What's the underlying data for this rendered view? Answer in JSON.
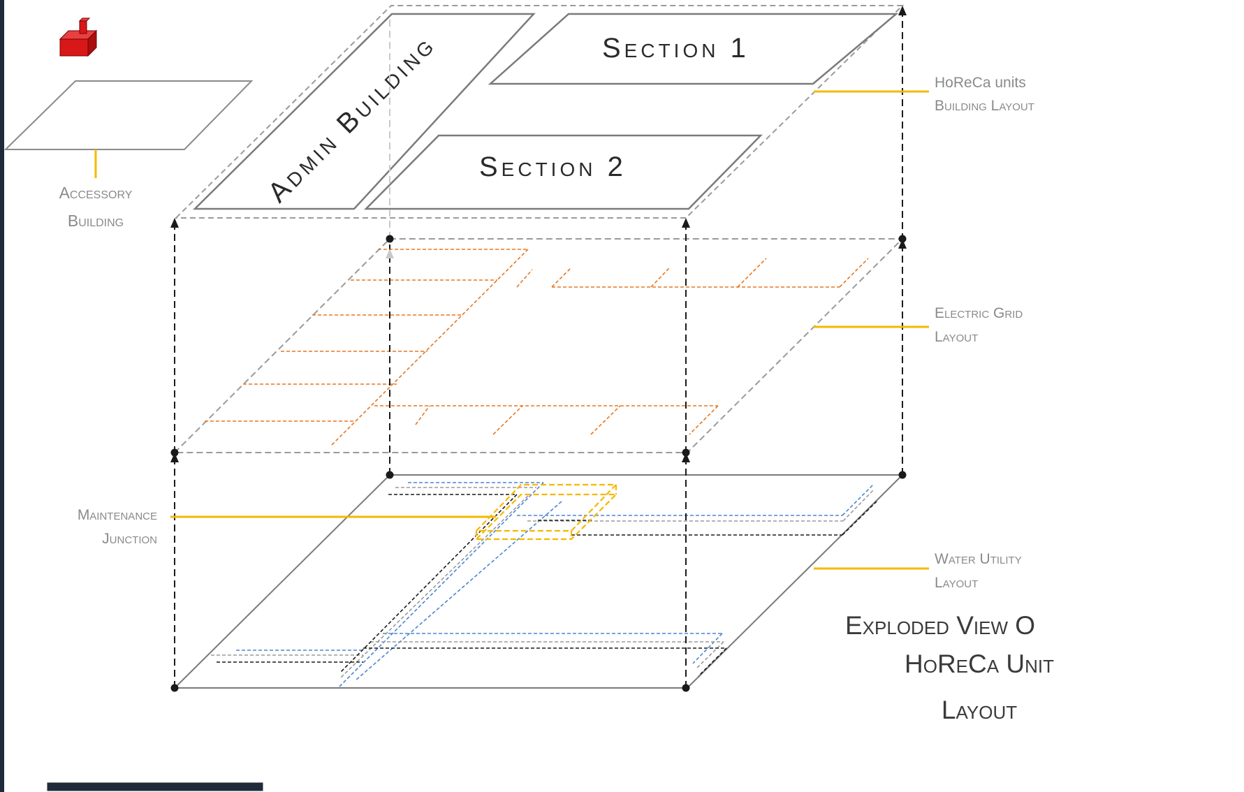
{
  "diagram": {
    "plates": {
      "section_1": "Section 1",
      "section_2": "Section 2",
      "admin_building": "Admin Building"
    },
    "labels": {
      "horeca_units_line1": "HoReCa units",
      "horeca_units_line2": "Building Layout",
      "electric_grid_line1": "Electric Grid",
      "electric_grid_line2": "Layout",
      "water_utility_line1": "Water Utility",
      "water_utility_line2": "Layout",
      "maintenance_line1": "Maintenance",
      "maintenance_line2": "Junction",
      "accessory_line1": "Accessory",
      "accessory_line2": "Building"
    },
    "title": {
      "line1": "Exploded View O",
      "line2": "HoReCa Unit",
      "line3": "Layout"
    },
    "colors": {
      "callout": "#f5b800",
      "electric": "#e8771e",
      "water_blue": "#4a86d4",
      "water_grey": "#9a9a9a",
      "frame_dark": "#1f2a3a",
      "accessory_red": "#d81818"
    }
  }
}
